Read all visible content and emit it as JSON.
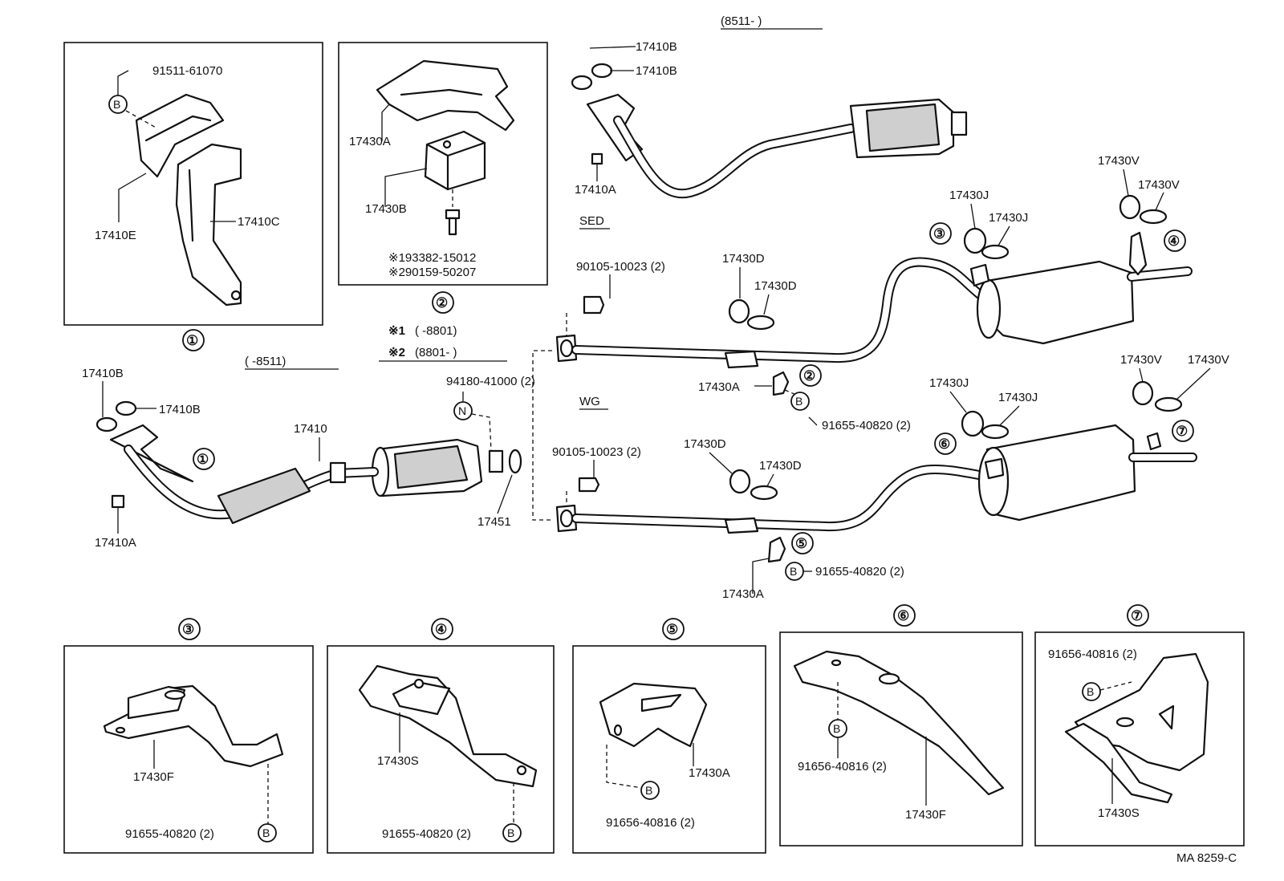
{
  "header": {
    "range_top": "(8511-        )",
    "range_left": "(        -8511)"
  },
  "notes": {
    "star1_mark": "※1",
    "star1_range": "(        -8801)",
    "star2_mark": "※2",
    "star2_range": "(8801-        )"
  },
  "variants": {
    "sed": "SED",
    "wg": "WG"
  },
  "inset1": {
    "callout": "①",
    "bolt": "91511-61070",
    "bracket_e": "17410E",
    "bracket_c": "17410C"
  },
  "inset2": {
    "callout": "②",
    "part_a": "17430A",
    "part_b": "17430B",
    "bolt1": "※193382-15012",
    "bolt2": "※290159-50207"
  },
  "left_assembly": {
    "gasket_b1": "17410B",
    "gasket_b2": "17410B",
    "nut_a": "17410A",
    "pipe": "17410",
    "callout": "①",
    "nut_n": "94180-41000 (2)",
    "gasket": "17451"
  },
  "sed_assembly": {
    "gasket_b1": "17410B",
    "gasket_b2": "17410B",
    "nut_a": "17410A",
    "bolt": "90105-10023 (2)",
    "gasket_d1": "17430D",
    "gasket_d2": "17430D",
    "gasket_j1": "17430J",
    "gasket_j2": "17430J",
    "gasket_v1": "17430V",
    "gasket_v2": "17430V",
    "callout3": "③",
    "callout4": "④",
    "callout2": "②",
    "hanger": "17430A",
    "bolt_b": "91655-40820 (2)"
  },
  "wg_assembly": {
    "bolt": "90105-10023 (2)",
    "gasket_d1": "17430D",
    "gasket_d2": "17430D",
    "gasket_j1": "17430J",
    "gasket_j2": "17430J",
    "gasket_v1": "17430V",
    "gasket_v2": "17430V",
    "callout6": "⑥",
    "callout7": "⑦",
    "callout5": "⑤",
    "hanger": "17430A",
    "bolt_b": "91655-40820 (2)"
  },
  "insets_bottom": [
    {
      "callout": "③",
      "part": "17430F",
      "bolt": "91655-40820 (2)"
    },
    {
      "callout": "④",
      "part": "17430S",
      "bolt": "91655-40820 (2)"
    },
    {
      "callout": "⑤",
      "part": "17430A",
      "bolt": "91656-40816 (2)"
    },
    {
      "callout": "⑥",
      "part": "17430F",
      "bolt": "91656-40816 (2)"
    },
    {
      "callout": "⑦",
      "part": "17430S",
      "bolt": "91656-40816 (2)"
    }
  ],
  "bolt_marker": "B",
  "nut_marker": "N",
  "footer": {
    "code": "MA 8259-C"
  }
}
